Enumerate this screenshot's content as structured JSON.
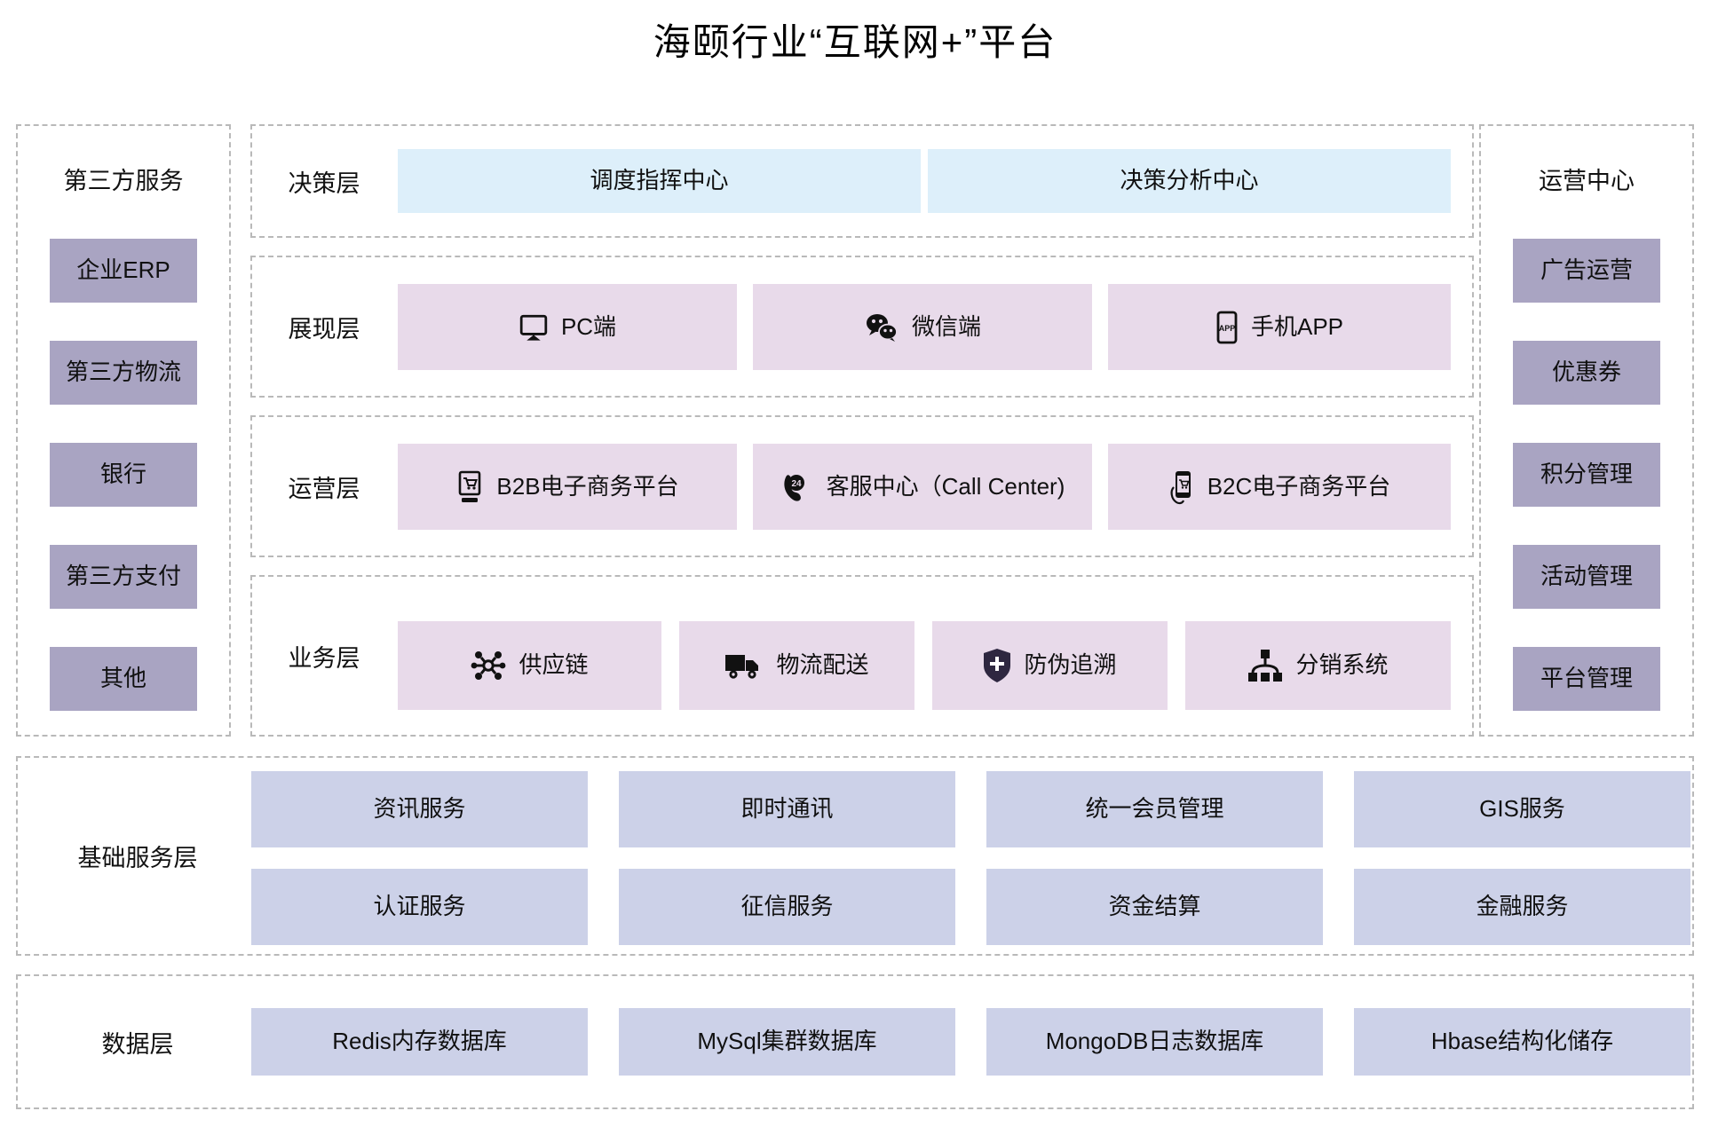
{
  "title": "海颐行业“互联网+”平台",
  "left_panel": {
    "header": "第三方服务",
    "items": [
      {
        "label": "企业ERP"
      },
      {
        "label": "第三方物流"
      },
      {
        "label": "银行"
      },
      {
        "label": "第三方支付"
      },
      {
        "label": "其他"
      }
    ]
  },
  "right_panel": {
    "header": "运营中心",
    "items": [
      {
        "label": "广告运营"
      },
      {
        "label": "优惠券"
      },
      {
        "label": "积分管理"
      },
      {
        "label": "活动管理"
      },
      {
        "label": "平台管理"
      }
    ]
  },
  "layers": {
    "decision": {
      "label": "决策层",
      "items": [
        {
          "label": "调度指挥中心",
          "icon": ""
        },
        {
          "label": "决策分析中心",
          "icon": ""
        }
      ]
    },
    "presentation": {
      "label": "展现层",
      "items": [
        {
          "label": "PC端",
          "icon": "monitor-icon"
        },
        {
          "label": "微信端",
          "icon": "wechat-icon"
        },
        {
          "label": "手机APP",
          "icon": "mobile-app-icon"
        }
      ]
    },
    "operation": {
      "label": "运营层",
      "items": [
        {
          "label": "B2B电子商务平台",
          "icon": "desktop-cart-icon"
        },
        {
          "label": "客服中心（Call Center)",
          "icon": "phone-24-icon"
        },
        {
          "label": "B2C电子商务平台",
          "icon": "mobile-cart-icon"
        }
      ]
    },
    "business": {
      "label": "业务层",
      "items": [
        {
          "label": "供应链",
          "icon": "supply-chain-icon"
        },
        {
          "label": "物流配送",
          "icon": "truck-icon"
        },
        {
          "label": "防伪追溯",
          "icon": "shield-icon"
        },
        {
          "label": "分销系统",
          "icon": "distribution-icon"
        }
      ]
    },
    "base_service": {
      "label": "基础服务层",
      "row1": [
        {
          "label": "资讯服务"
        },
        {
          "label": "即时通讯"
        },
        {
          "label": "统一会员管理"
        },
        {
          "label": "GIS服务"
        }
      ],
      "row2": [
        {
          "label": "认证服务"
        },
        {
          "label": "征信服务"
        },
        {
          "label": "资金结算"
        },
        {
          "label": "金融服务"
        }
      ]
    },
    "data": {
      "label": "数据层",
      "items": [
        {
          "label": "Redis内存数据库"
        },
        {
          "label": "MySql集群数据库"
        },
        {
          "label": "MongoDB日志数据库"
        },
        {
          "label": "Hbase结构化储存"
        }
      ]
    }
  },
  "colors": {
    "purple": "#a9a4c2",
    "pink": "#e8daea",
    "blue": "#ddeffa",
    "bluegrey": "#ccd1e8",
    "dashed_border": "#b9b9b9"
  }
}
